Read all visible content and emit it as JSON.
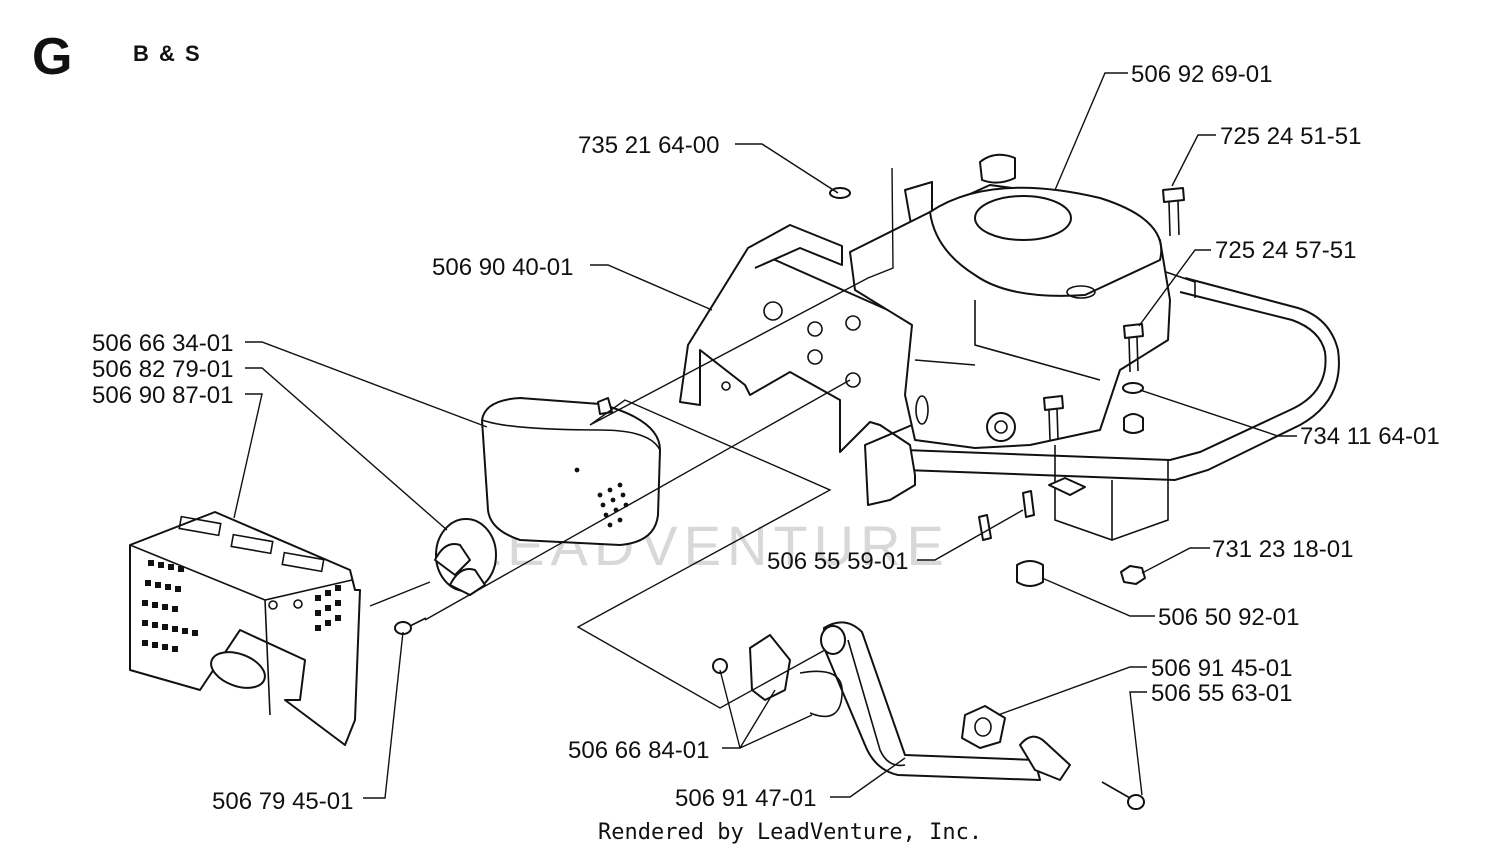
{
  "section_letter": "G",
  "section_subtitle": "B & S",
  "watermark": "LEADVENTURE",
  "footer": "Rendered by LeadVenture, Inc.",
  "callouts": {
    "p506926901": "506 92 69-01",
    "p735216400": "735 21 64-00",
    "p725245151": "725 24 51-51",
    "p725245751": "725 24 57-51",
    "p506904001": "506 90 40-01",
    "p506663401": "506 66 34-01",
    "p506827901": "506 82 79-01",
    "p506908701": "506 90 87-01",
    "p734116401": "734 11 64-01",
    "p506555901": "506 55 59-01",
    "p731231801": "731 23 18-01",
    "p506509201": "506 50 92-01",
    "p506914501": "506 91 45-01",
    "p506556301": "506 55 63-01",
    "p506668401": "506 66 84-01",
    "p506914701": "506 91 47-01",
    "p506794501": "506 79 45-01"
  }
}
